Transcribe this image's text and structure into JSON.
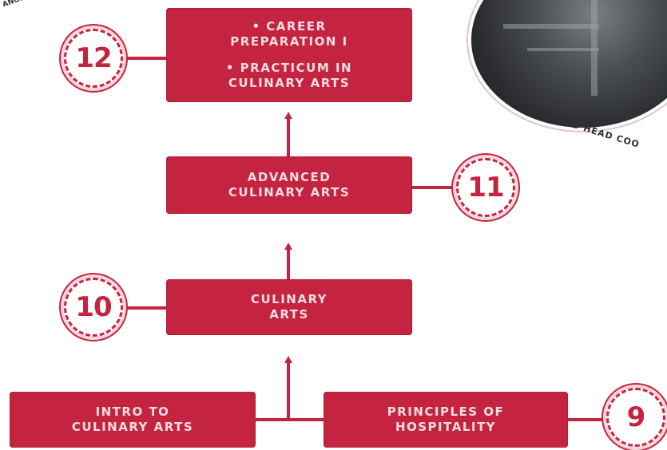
{
  "boxes": {
    "grade12": {
      "item1": "• CAREER",
      "item1b": "PREPARATION I",
      "item2": "• PRACTICUM IN",
      "item2b": "CULINARY ARTS"
    },
    "grade11": {
      "line1": "ADVANCED",
      "line2": "CULINARY ARTS"
    },
    "grade10": {
      "line1": "CULINARY",
      "line2": "ARTS"
    },
    "intro": {
      "line1": "INTRO TO",
      "line2": "CULINARY ARTS"
    },
    "principles": {
      "line1": "PRINCIPLES OF",
      "line2": "HOSPITALITY"
    }
  },
  "grades": {
    "g12": "12",
    "g11": "11",
    "g10": "10",
    "g9": "9"
  },
  "photo_caption": "CHEF AND HEAD COO",
  "corner_fragment": "ANGE",
  "colors": {
    "accent": "#c4243f",
    "box_text": "#f6dde2",
    "background": "#ffffff"
  }
}
